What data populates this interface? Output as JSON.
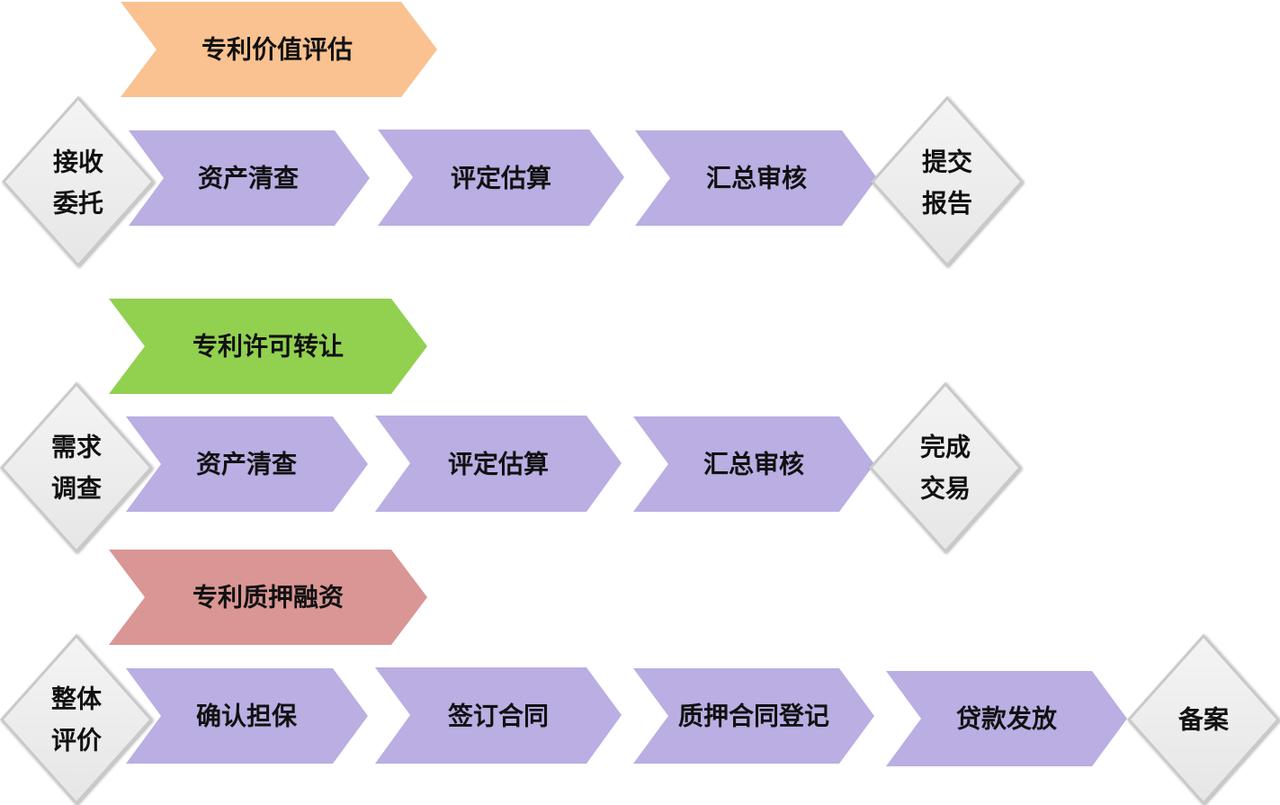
{
  "colors": {
    "arrow_step": "#BAAEE3",
    "banner_valuation": "#F9C290",
    "banner_license": "#92D050",
    "banner_pledge": "#D99694",
    "diamond_fill": "#EEEEEE",
    "diamond_edge": "#C9C9C9",
    "text": "#111111"
  },
  "rows": [
    {
      "banner": "专利价值评估",
      "start_lines": [
        "接收",
        "委托"
      ],
      "steps": [
        "资产清查",
        "评定估算",
        "汇总审核"
      ],
      "end_lines": [
        "提交",
        "报告"
      ]
    },
    {
      "banner": "专利许可转让",
      "start_lines": [
        "需求",
        "调查"
      ],
      "steps": [
        "资产清查",
        "评定估算",
        "汇总审核"
      ],
      "end_lines": [
        "完成",
        "交易"
      ]
    },
    {
      "banner": "专利质押融资",
      "start_lines": [
        "整体",
        "评价"
      ],
      "steps": [
        "确认担保",
        "签订合同",
        "质押合同登记",
        "贷款发放"
      ],
      "end_lines": [
        "备案"
      ]
    }
  ]
}
